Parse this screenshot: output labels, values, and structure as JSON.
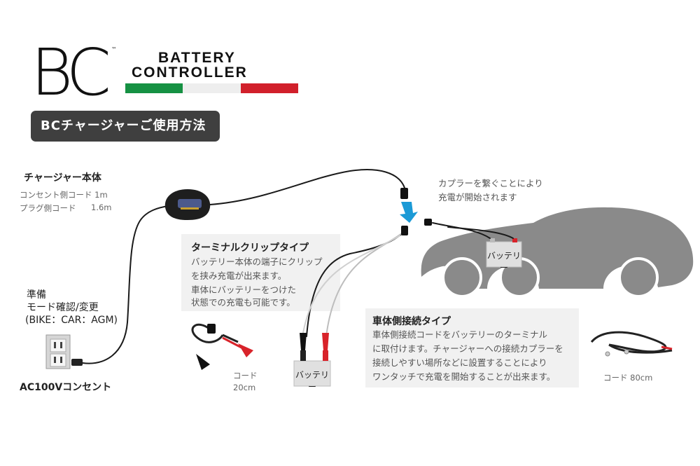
{
  "brand": {
    "logo_text": "BC",
    "trademark": "™",
    "line1": "BATTERY",
    "line2": "CONTROLLER",
    "flag_colors": [
      "#169143",
      "#eeeeee",
      "#d1202b"
    ]
  },
  "title": "BCチャージャーご使用方法",
  "charger": {
    "heading": "チャージャー本体",
    "spec1": "コンセント側コード 1m",
    "spec2_label": "プラグ側コード",
    "spec2_value": "1.6m"
  },
  "prep": {
    "line1": "準備",
    "line2": "モード確認/変更",
    "line3": "(BIKE：CAR：AGM)"
  },
  "outlet_label": "AC100Vコンセント",
  "coupler_note": {
    "line1": "カプラーを繋ぐことにより",
    "line2": "充電が開始されます"
  },
  "terminal_clip": {
    "heading": "ターミナルクリップタイプ",
    "line1": "バッテリー本体の端子にクリップ",
    "line2": "を挟み充電が出来ます。",
    "line3": "車体にバッテリーをつけた",
    "line4": "状態での充電も可能です。",
    "cord_label": "コード",
    "cord_length": "20cm"
  },
  "vehicle_side": {
    "heading": "車体側接続タイプ",
    "line1": "車体側接続コードをバッテリーのターミナル",
    "line2": "に取付けます。チャージャーへの接続カプラーを",
    "line3": "接続しやすい場所などに設置することにより",
    "line4": "ワンタッチで充電を開始することが出来ます。",
    "cord_label": "コード 80cm"
  },
  "battery_label_car": "バッテリー",
  "battery_label_clip": "バッテリー",
  "colors": {
    "title_bar": "#3f3f3f",
    "arrow": "#1b9ad6",
    "clip_red": "#d8232a",
    "car": "#8a8a8a"
  }
}
